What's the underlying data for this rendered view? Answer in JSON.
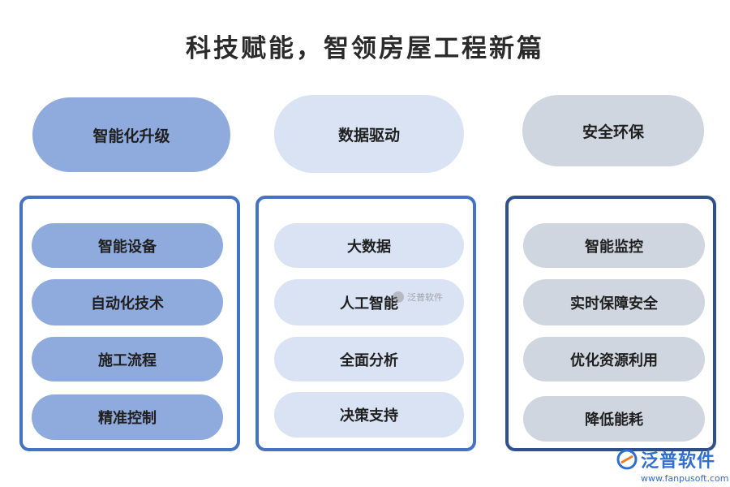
{
  "title": "科技赋能，智领房屋工程新篇",
  "colors": {
    "col1": "#8faadc",
    "col2": "#dae3f3",
    "col3": "#d0d6df",
    "border1": "#4472c4",
    "border2": "#4472c4",
    "border3": "#2f4f8f"
  },
  "columns": [
    {
      "header": "智能化升级",
      "items": [
        "智能设备",
        "自动化技术",
        "施工流程",
        "精准控制"
      ]
    },
    {
      "header": "数据驱动",
      "items": [
        "大数据",
        "人工智能",
        "全面分析",
        "决策支持"
      ]
    },
    {
      "header": "安全环保",
      "items": [
        "智能监控",
        "实时保障安全",
        "优化资源利用",
        "降低能耗"
      ]
    }
  ],
  "watermark": {
    "text": "泛普软件"
  },
  "logo": {
    "name": "泛普软件",
    "url": "www.fanpusoft.com"
  }
}
